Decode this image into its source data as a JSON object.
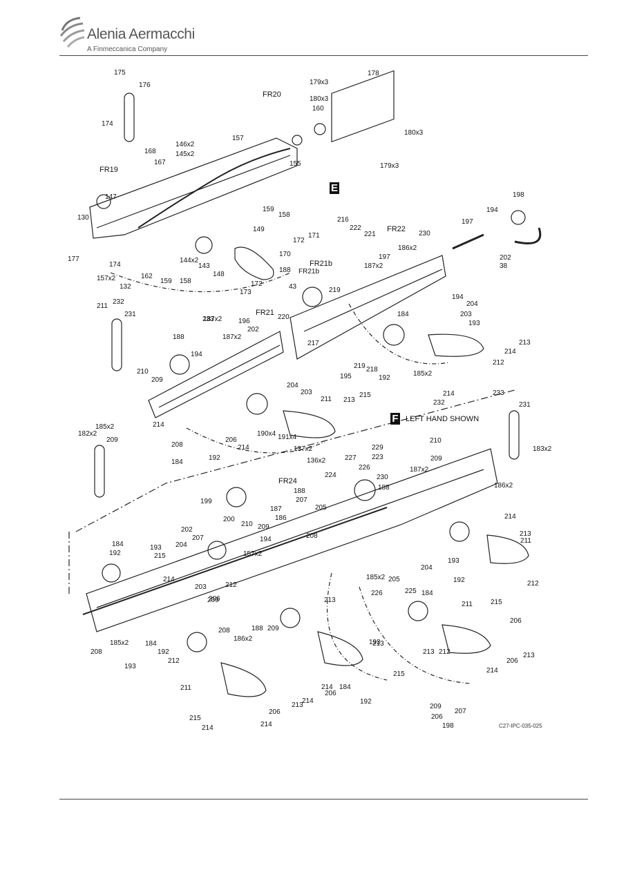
{
  "header": {
    "brand": "Alenia Aermacchi",
    "subtitle": "A Finmeccanica Company"
  },
  "figure": {
    "reference": "C27-IPC-035-025",
    "views": [
      {
        "marker": "E",
        "note": ""
      },
      {
        "marker": "F",
        "note": "LEFT HAND SHOWN"
      }
    ],
    "frame_labels": [
      "FR20",
      "FR19",
      "FR22",
      "FR21b",
      "FR21",
      "FR24"
    ],
    "callouts": [
      "175",
      "176",
      "174",
      "178",
      "179x3",
      "180x3",
      "160",
      "180x3",
      "179x3",
      "146x2",
      "145x2",
      "157",
      "155",
      "168",
      "167",
      "147",
      "130",
      "159",
      "158",
      "149",
      "172",
      "171",
      "216",
      "222",
      "221",
      "230",
      "197",
      "198",
      "194",
      "177",
      "174",
      "157x2",
      "132",
      "162",
      "159",
      "158",
      "144x2",
      "143",
      "148",
      "170",
      "172",
      "173",
      "188",
      "FR21b",
      "187x2",
      "197",
      "186x2",
      "202",
      "38",
      "43",
      "219",
      "194",
      "204",
      "203",
      "211",
      "232",
      "231",
      "233",
      "187x2",
      "196",
      "202",
      "220",
      "217",
      "184",
      "193",
      "213",
      "214",
      "212",
      "188",
      "187x2",
      "194",
      "210",
      "209",
      "204",
      "203",
      "211",
      "219",
      "218",
      "192",
      "185x2",
      "195",
      "214",
      "213",
      "215",
      "214",
      "232",
      "233",
      "231",
      "183x2",
      "182x2",
      "185x2",
      "209",
      "208",
      "184",
      "192",
      "206",
      "214",
      "190x4",
      "191x4",
      "137x2",
      "136x2",
      "210",
      "209",
      "229",
      "223",
      "227",
      "226",
      "224",
      "188",
      "207",
      "205",
      "230",
      "188",
      "187x2",
      "186x2",
      "199",
      "187",
      "186",
      "200",
      "210",
      "209",
      "194",
      "202",
      "207",
      "157x2",
      "204",
      "203",
      "209",
      "208",
      "186x2",
      "188",
      "209",
      "208",
      "184",
      "192",
      "193",
      "215",
      "214",
      "212",
      "206",
      "213",
      "185x2",
      "226",
      "225",
      "205",
      "204",
      "184",
      "192",
      "193",
      "214",
      "213",
      "211",
      "212",
      "206",
      "213",
      "215",
      "214",
      "206",
      "211",
      "213",
      "212",
      "193",
      "192",
      "184",
      "214",
      "213",
      "206",
      "215",
      "214",
      "206",
      "198",
      "207",
      "209",
      "208",
      "185x2",
      "184",
      "192",
      "193",
      "212",
      "211",
      "215",
      "214",
      "206",
      "213",
      "214"
    ]
  }
}
